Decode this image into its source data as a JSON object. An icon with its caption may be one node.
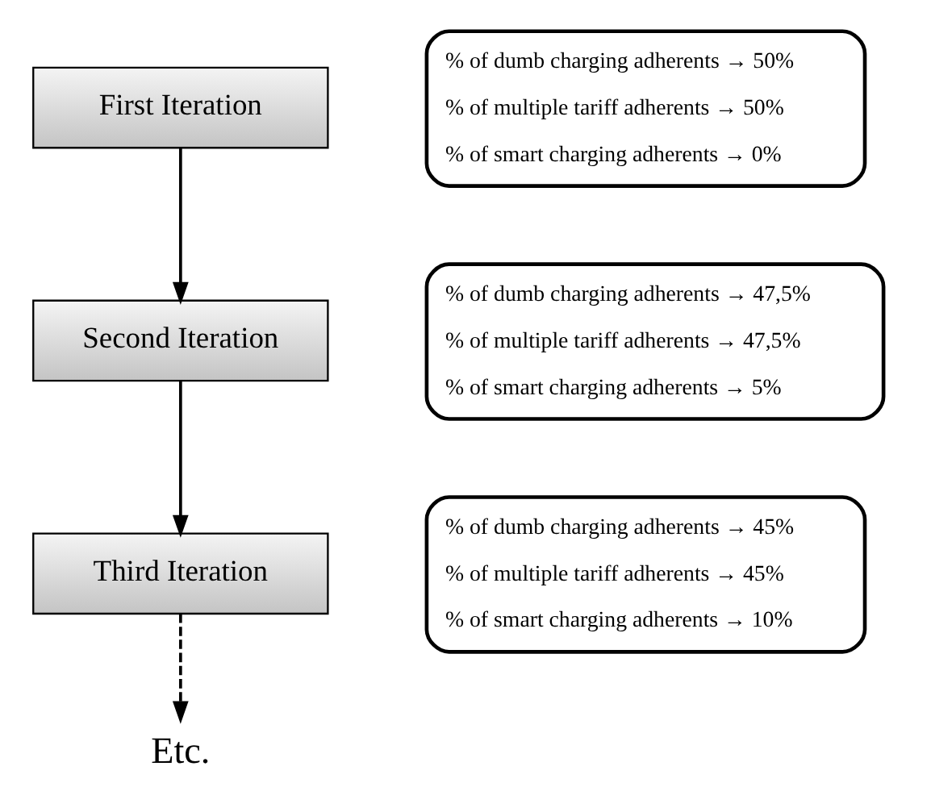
{
  "diagram": {
    "nodes": [
      {
        "text": [
          "First Iteration"
        ],
        "beside": [
          "% of dumb charging adherents → 50%",
          "% of multiple tariff adherents → 50%",
          "% of smart charging adherents → 0%"
        ]
      },
      {
        "text": [
          "Second Iteration"
        ],
        "beside": [
          "% of dumb charging adherents → 47,5%",
          "% of multiple tariff adherents → 47,5%",
          "% of smart charging adherents → 5%"
        ]
      },
      {
        "text": [
          "Third Iteration"
        ],
        "beside": [
          "% of dumb charging adherents → 45%",
          "% of multiple tariff adherents → 45%",
          "% of smart charging adherents → 10%"
        ]
      },
      {
        "text": [
          "Etc."
        ]
      }
    ],
    "edges": [
      {
        "from": 0,
        "to": 1,
        "arrow": "to"
      },
      {
        "from": 1,
        "to": 2,
        "arrow": "to"
      },
      {
        "from": 2,
        "to": 3,
        "arrow": "to",
        "style": "dashed"
      }
    ]
  }
}
